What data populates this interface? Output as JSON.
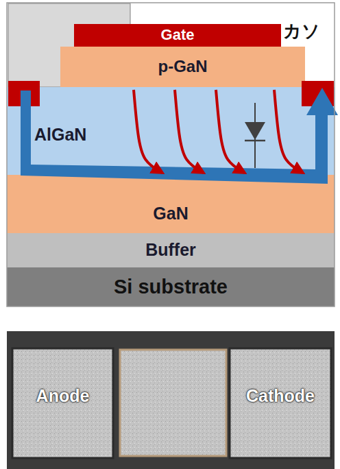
{
  "diagram": {
    "nodes": [
      {
        "text": [
          "Gate"
        ]
      },
      {
        "text": [
          "p-GaN"
        ]
      },
      {
        "text": [
          "AlGaN"
        ]
      },
      {
        "text": [
          "GaN"
        ]
      },
      {
        "text": [
          "Buffer"
        ]
      },
      {
        "text": [
          "Si substrate"
        ]
      },
      {
        "text": [
          "Anode"
        ]
      },
      {
        "text": [
          "Cathode"
        ]
      }
    ],
    "labels": [
      "カソ"
    ]
  }
}
